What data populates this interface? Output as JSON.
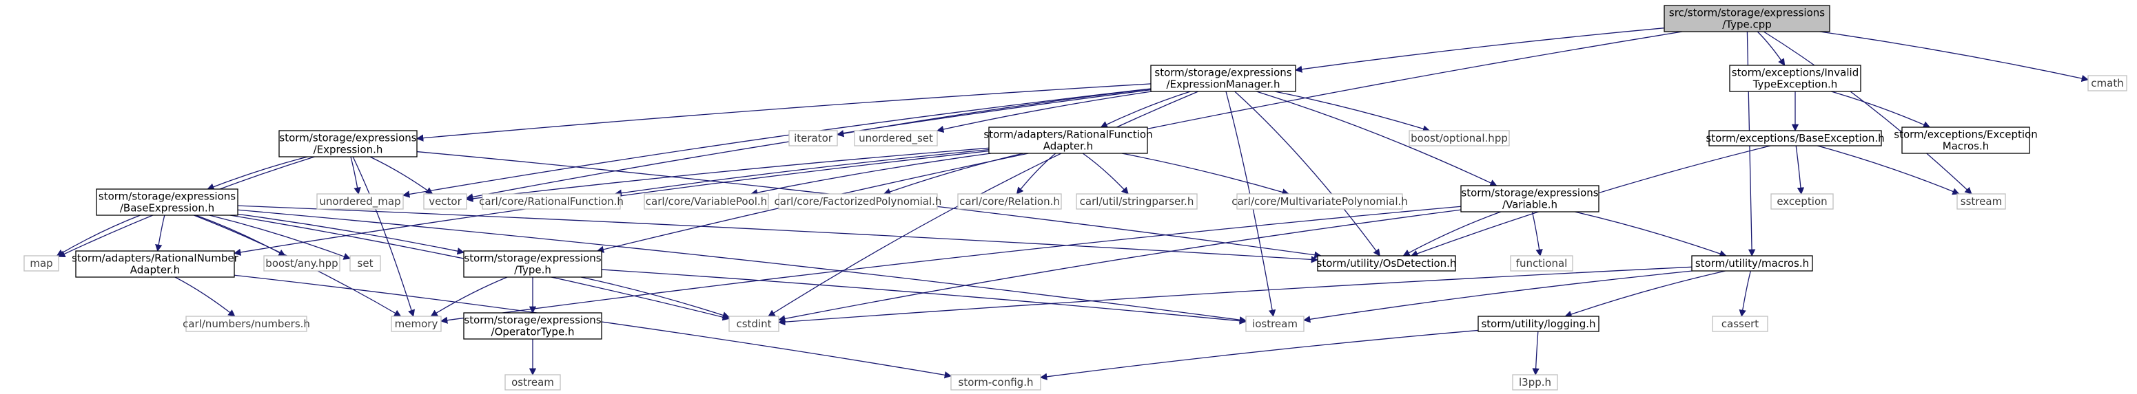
{
  "graph": {
    "title": "Include dependency graph",
    "edge_color": "#191970",
    "root_fill": "#bfbfbf",
    "external_border": "#bfbfbf",
    "nodes": [
      {
        "id": "root",
        "kind": "root",
        "lines": [
          "src/storm/storage/expressions",
          "/Type.cpp"
        ]
      },
      {
        "id": "cmath",
        "kind": "ext",
        "lines": [
          "cmath"
        ]
      },
      {
        "id": "exprmgr",
        "kind": "doc",
        "lines": [
          "storm/storage/expressions",
          "/ExpressionManager.h"
        ]
      },
      {
        "id": "invtype",
        "kind": "doc",
        "lines": [
          "storm/exceptions/Invalid",
          "TypeException.h"
        ]
      },
      {
        "id": "expression",
        "kind": "doc",
        "lines": [
          "storm/storage/expressions",
          "/Expression.h"
        ]
      },
      {
        "id": "iterator",
        "kind": "ext",
        "lines": [
          "iterator"
        ]
      },
      {
        "id": "unordered_set",
        "kind": "ext",
        "lines": [
          "unordered_set"
        ]
      },
      {
        "id": "ratfuncadapter",
        "kind": "doc",
        "lines": [
          "storm/adapters/RationalFunction",
          "Adapter.h"
        ]
      },
      {
        "id": "optional",
        "kind": "ext",
        "lines": [
          "boost/optional.hpp"
        ]
      },
      {
        "id": "baseexc",
        "kind": "doc",
        "lines": [
          "storm/exceptions/BaseException.h"
        ]
      },
      {
        "id": "excmacros",
        "kind": "doc",
        "lines": [
          "storm/exceptions/Exception",
          "Macros.h"
        ]
      },
      {
        "id": "unordered_map",
        "kind": "ext",
        "lines": [
          "unordered_map"
        ]
      },
      {
        "id": "vector",
        "kind": "ext",
        "lines": [
          "vector"
        ]
      },
      {
        "id": "carlratfunc",
        "kind": "ext",
        "lines": [
          "carl/core/RationalFunction.h"
        ]
      },
      {
        "id": "varpool",
        "kind": "ext",
        "lines": [
          "carl/core/VariablePool.h"
        ]
      },
      {
        "id": "factpoly",
        "kind": "ext",
        "lines": [
          "carl/core/FactorizedPolynomial.h"
        ]
      },
      {
        "id": "relation",
        "kind": "ext",
        "lines": [
          "carl/core/Relation.h"
        ]
      },
      {
        "id": "strparser",
        "kind": "ext",
        "lines": [
          "carl/util/stringparser.h"
        ]
      },
      {
        "id": "multipoly",
        "kind": "ext",
        "lines": [
          "carl/core/MultivariatePolynomial.h"
        ]
      },
      {
        "id": "variable",
        "kind": "doc",
        "lines": [
          "storm/storage/expressions",
          "/Variable.h"
        ]
      },
      {
        "id": "exception",
        "kind": "ext",
        "lines": [
          "exception"
        ]
      },
      {
        "id": "sstream",
        "kind": "ext",
        "lines": [
          "sstream"
        ]
      },
      {
        "id": "baseexpr",
        "kind": "doc",
        "lines": [
          "storm/storage/expressions",
          "/BaseExpression.h"
        ]
      },
      {
        "id": "map",
        "kind": "ext",
        "lines": [
          "map"
        ]
      },
      {
        "id": "ratnumadapter",
        "kind": "doc",
        "lines": [
          "storm/adapters/RationalNumber",
          "Adapter.h"
        ]
      },
      {
        "id": "boostany",
        "kind": "ext",
        "lines": [
          "boost/any.hpp"
        ]
      },
      {
        "id": "set",
        "kind": "ext",
        "lines": [
          "set"
        ]
      },
      {
        "id": "typeh",
        "kind": "doc",
        "lines": [
          "storm/storage/expressions",
          "/Type.h"
        ]
      },
      {
        "id": "osdetect",
        "kind": "doc",
        "lines": [
          "storm/utility/OsDetection.h"
        ]
      },
      {
        "id": "functional",
        "kind": "ext",
        "lines": [
          "functional"
        ]
      },
      {
        "id": "macros",
        "kind": "doc",
        "lines": [
          "storm/utility/macros.h"
        ]
      },
      {
        "id": "cassert",
        "kind": "ext",
        "lines": [
          "cassert"
        ]
      },
      {
        "id": "numbers",
        "kind": "ext",
        "lines": [
          "carl/numbers/numbers.h"
        ]
      },
      {
        "id": "memory",
        "kind": "ext",
        "lines": [
          "memory"
        ]
      },
      {
        "id": "optype",
        "kind": "doc",
        "lines": [
          "storm/storage/expressions",
          "/OperatorType.h"
        ]
      },
      {
        "id": "cstdint",
        "kind": "ext",
        "lines": [
          "cstdint"
        ]
      },
      {
        "id": "iostream",
        "kind": "ext",
        "lines": [
          "iostream"
        ]
      },
      {
        "id": "logging",
        "kind": "doc",
        "lines": [
          "storm/utility/logging.h"
        ]
      },
      {
        "id": "ostream",
        "kind": "ext",
        "lines": [
          "ostream"
        ]
      },
      {
        "id": "stormconfig",
        "kind": "ext",
        "lines": [
          "storm-config.h"
        ]
      },
      {
        "id": "l3pp",
        "kind": "ext",
        "lines": [
          "l3pp.h"
        ]
      }
    ],
    "edges": [
      [
        "root",
        "cmath"
      ],
      [
        "root",
        "exprmgr"
      ],
      [
        "root",
        "invtype"
      ],
      [
        "root",
        "sstream"
      ],
      [
        "root",
        "macros"
      ],
      [
        "root",
        "typeh"
      ],
      [
        "invtype",
        "baseexc"
      ],
      [
        "invtype",
        "excmacros"
      ],
      [
        "baseexc",
        "exception"
      ],
      [
        "baseexc",
        "sstream"
      ],
      [
        "baseexc",
        "osdetect"
      ],
      [
        "exprmgr",
        "expression"
      ],
      [
        "exprmgr",
        "iterator"
      ],
      [
        "exprmgr",
        "unordered_set"
      ],
      [
        "exprmgr",
        "ratfuncadapter"
      ],
      [
        "exprmgr",
        "optional"
      ],
      [
        "exprmgr",
        "variable"
      ],
      [
        "exprmgr",
        "osdetect"
      ],
      [
        "exprmgr",
        "iostream"
      ],
      [
        "exprmgr",
        "cstdint"
      ],
      [
        "exprmgr",
        "unordered_map"
      ],
      [
        "exprmgr",
        "vector"
      ],
      [
        "expression",
        "unordered_map"
      ],
      [
        "expression",
        "vector"
      ],
      [
        "expression",
        "map"
      ],
      [
        "expression",
        "baseexpr"
      ],
      [
        "expression",
        "memory"
      ],
      [
        "expression",
        "osdetect"
      ],
      [
        "ratfuncadapter",
        "carlratfunc"
      ],
      [
        "ratfuncadapter",
        "varpool"
      ],
      [
        "ratfuncadapter",
        "factpoly"
      ],
      [
        "ratfuncadapter",
        "relation"
      ],
      [
        "ratfuncadapter",
        "strparser"
      ],
      [
        "ratfuncadapter",
        "multipoly"
      ],
      [
        "ratfuncadapter",
        "ratnumadapter"
      ],
      [
        "ratfuncadapter",
        "vector"
      ],
      [
        "variable",
        "functional"
      ],
      [
        "variable",
        "osdetect"
      ],
      [
        "variable",
        "macros"
      ],
      [
        "variable",
        "cstdint"
      ],
      [
        "variable",
        "memory"
      ],
      [
        "baseexpr",
        "map"
      ],
      [
        "baseexpr",
        "ratnumadapter"
      ],
      [
        "baseexpr",
        "boostany"
      ],
      [
        "baseexpr",
        "set"
      ],
      [
        "baseexpr",
        "memory"
      ],
      [
        "baseexpr",
        "typeh"
      ],
      [
        "baseexpr",
        "osdetect"
      ],
      [
        "baseexpr",
        "iostream"
      ],
      [
        "baseexpr",
        "cstdint"
      ],
      [
        "ratnumadapter",
        "numbers"
      ],
      [
        "ratnumadapter",
        "stormconfig"
      ],
      [
        "typeh",
        "memory"
      ],
      [
        "typeh",
        "optype"
      ],
      [
        "typeh",
        "cstdint"
      ],
      [
        "typeh",
        "iostream"
      ],
      [
        "optype",
        "ostream"
      ],
      [
        "macros",
        "cassert"
      ],
      [
        "macros",
        "logging"
      ],
      [
        "macros",
        "iostream"
      ],
      [
        "macros",
        "cstdint"
      ],
      [
        "logging",
        "stormconfig"
      ],
      [
        "logging",
        "l3pp"
      ]
    ]
  }
}
